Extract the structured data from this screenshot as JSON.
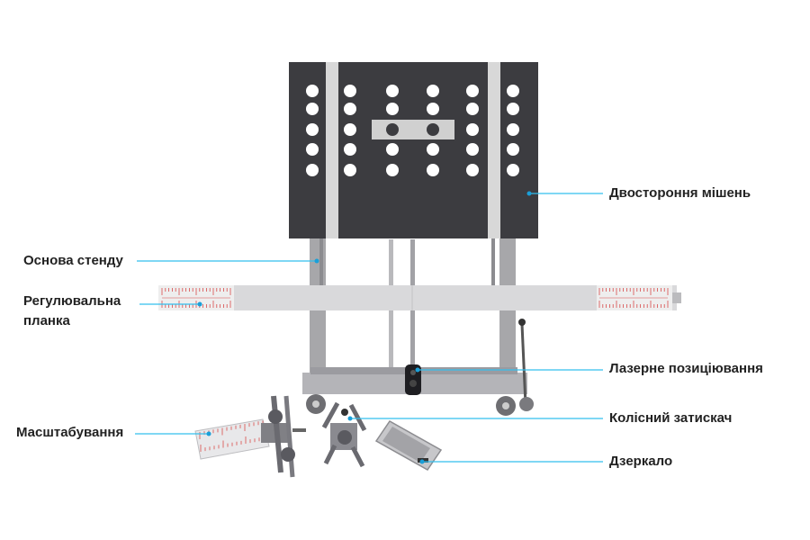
{
  "labels": {
    "target": "Двостороння мішень",
    "stand_base": "Основа стенду",
    "adjust_bar_line1": "Регулювальна",
    "adjust_bar_line2": "планка",
    "laser": "Лазерне позиціювання",
    "scaling": "Масштабування",
    "wheel_clamp": "Колісний затискач",
    "mirror": "Дзеркало"
  },
  "colors": {
    "leader_line": "#33bfee",
    "leader_dot": "#1b9fd8",
    "target_board": "#3c3c40",
    "target_dots": "#ffffff",
    "frame": "#a7a7aa",
    "bar": "#d9d9db",
    "scale_marks": "#d84b4b"
  }
}
